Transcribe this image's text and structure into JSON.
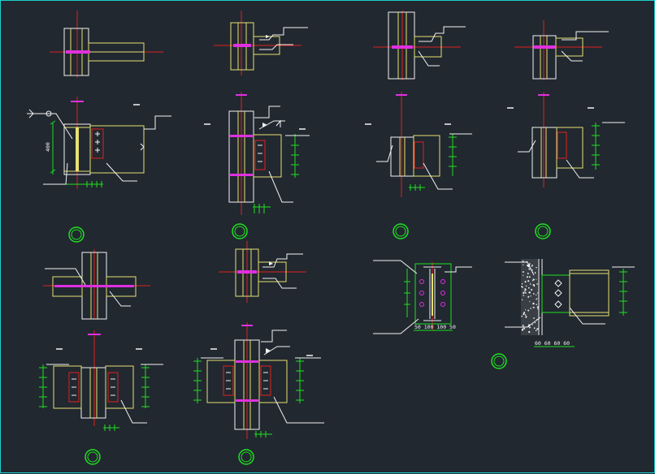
{
  "colors": {
    "background": "#212830",
    "frame": "#1ecfcf",
    "plate": "#e8e070",
    "centerline": "#e02020",
    "weld": "#e030e0",
    "dimension": "#20e020",
    "leader": "#f2f2f2",
    "bolt_plate": "#e02020",
    "marker": "#20e020"
  },
  "labels": {
    "dim_height_1": "400",
    "dim_bottom_plate": "50 100 100 50",
    "dim_bottom_wall": "60 60 60 60"
  }
}
